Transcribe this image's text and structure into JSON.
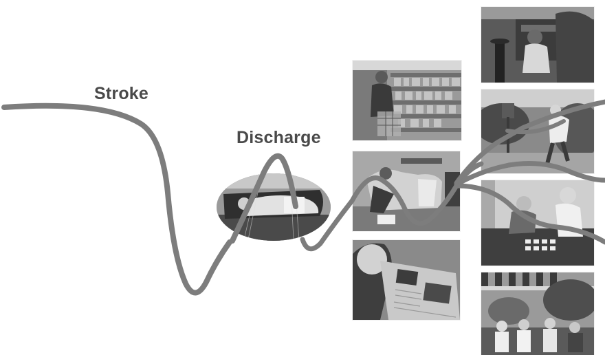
{
  "labels": {
    "stroke": "Stroke",
    "discharge": "Discharge"
  },
  "colors": {
    "curve": "#7d7d7d",
    "label_text": "#4a4a4a",
    "background": "#ffffff"
  },
  "photos": [
    {
      "name": "photo-supermarket-shopping"
    },
    {
      "name": "photo-living-room-resting"
    },
    {
      "name": "photo-reading-newspaper"
    },
    {
      "name": "photo-kitchen-cooking"
    },
    {
      "name": "photo-garden-work"
    },
    {
      "name": "photo-card-game"
    },
    {
      "name": "photo-outdoor-gathering"
    }
  ]
}
